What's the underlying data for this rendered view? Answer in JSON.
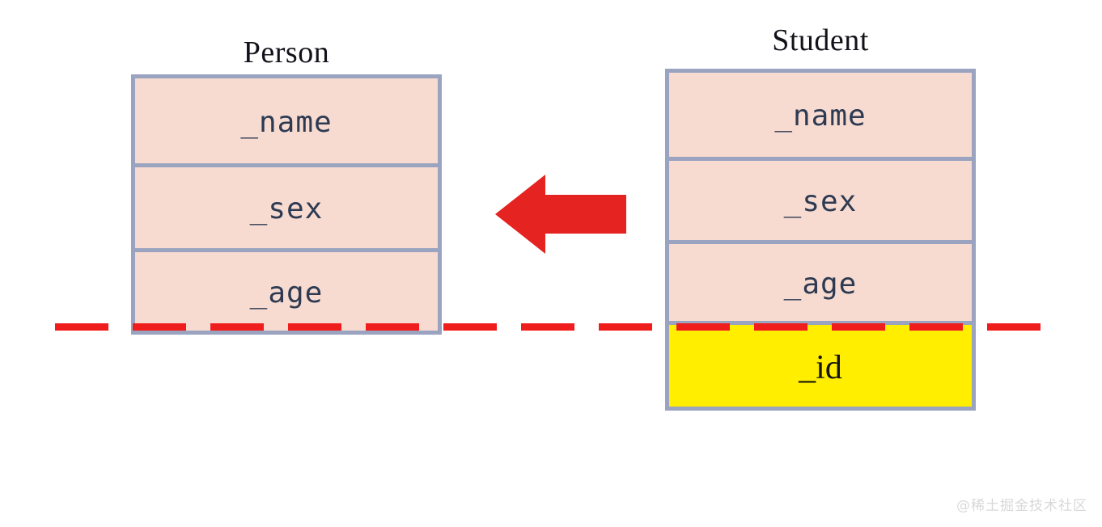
{
  "diagram": {
    "type": "uml-class-inheritance",
    "background_color": "#ffffff",
    "classes": [
      {
        "name": "Person",
        "title": "Person",
        "fill_color": "#f7dbd0",
        "border_color": "#9aa4c0",
        "fields": [
          {
            "label": "_name",
            "highlighted": false
          },
          {
            "label": "_sex",
            "highlighted": false
          },
          {
            "label": "_age",
            "highlighted": false
          }
        ]
      },
      {
        "name": "Student",
        "title": "Student",
        "fill_color": "#f7dbd0",
        "border_color": "#9aa4c0",
        "fields": [
          {
            "label": "_name",
            "highlighted": false
          },
          {
            "label": "_sex",
            "highlighted": false
          },
          {
            "label": "_age",
            "highlighted": false
          },
          {
            "label": "_id",
            "highlighted": true,
            "highlight_color": "#ffee00"
          }
        ]
      }
    ],
    "arrow": {
      "direction": "left",
      "color": "#e52421",
      "meaning": "Student inherits from Person"
    },
    "separator_line": {
      "style": "dashed",
      "color": "#f01d1d",
      "orientation": "horizontal"
    }
  },
  "watermark": {
    "text": "@稀土掘金技术社区"
  }
}
